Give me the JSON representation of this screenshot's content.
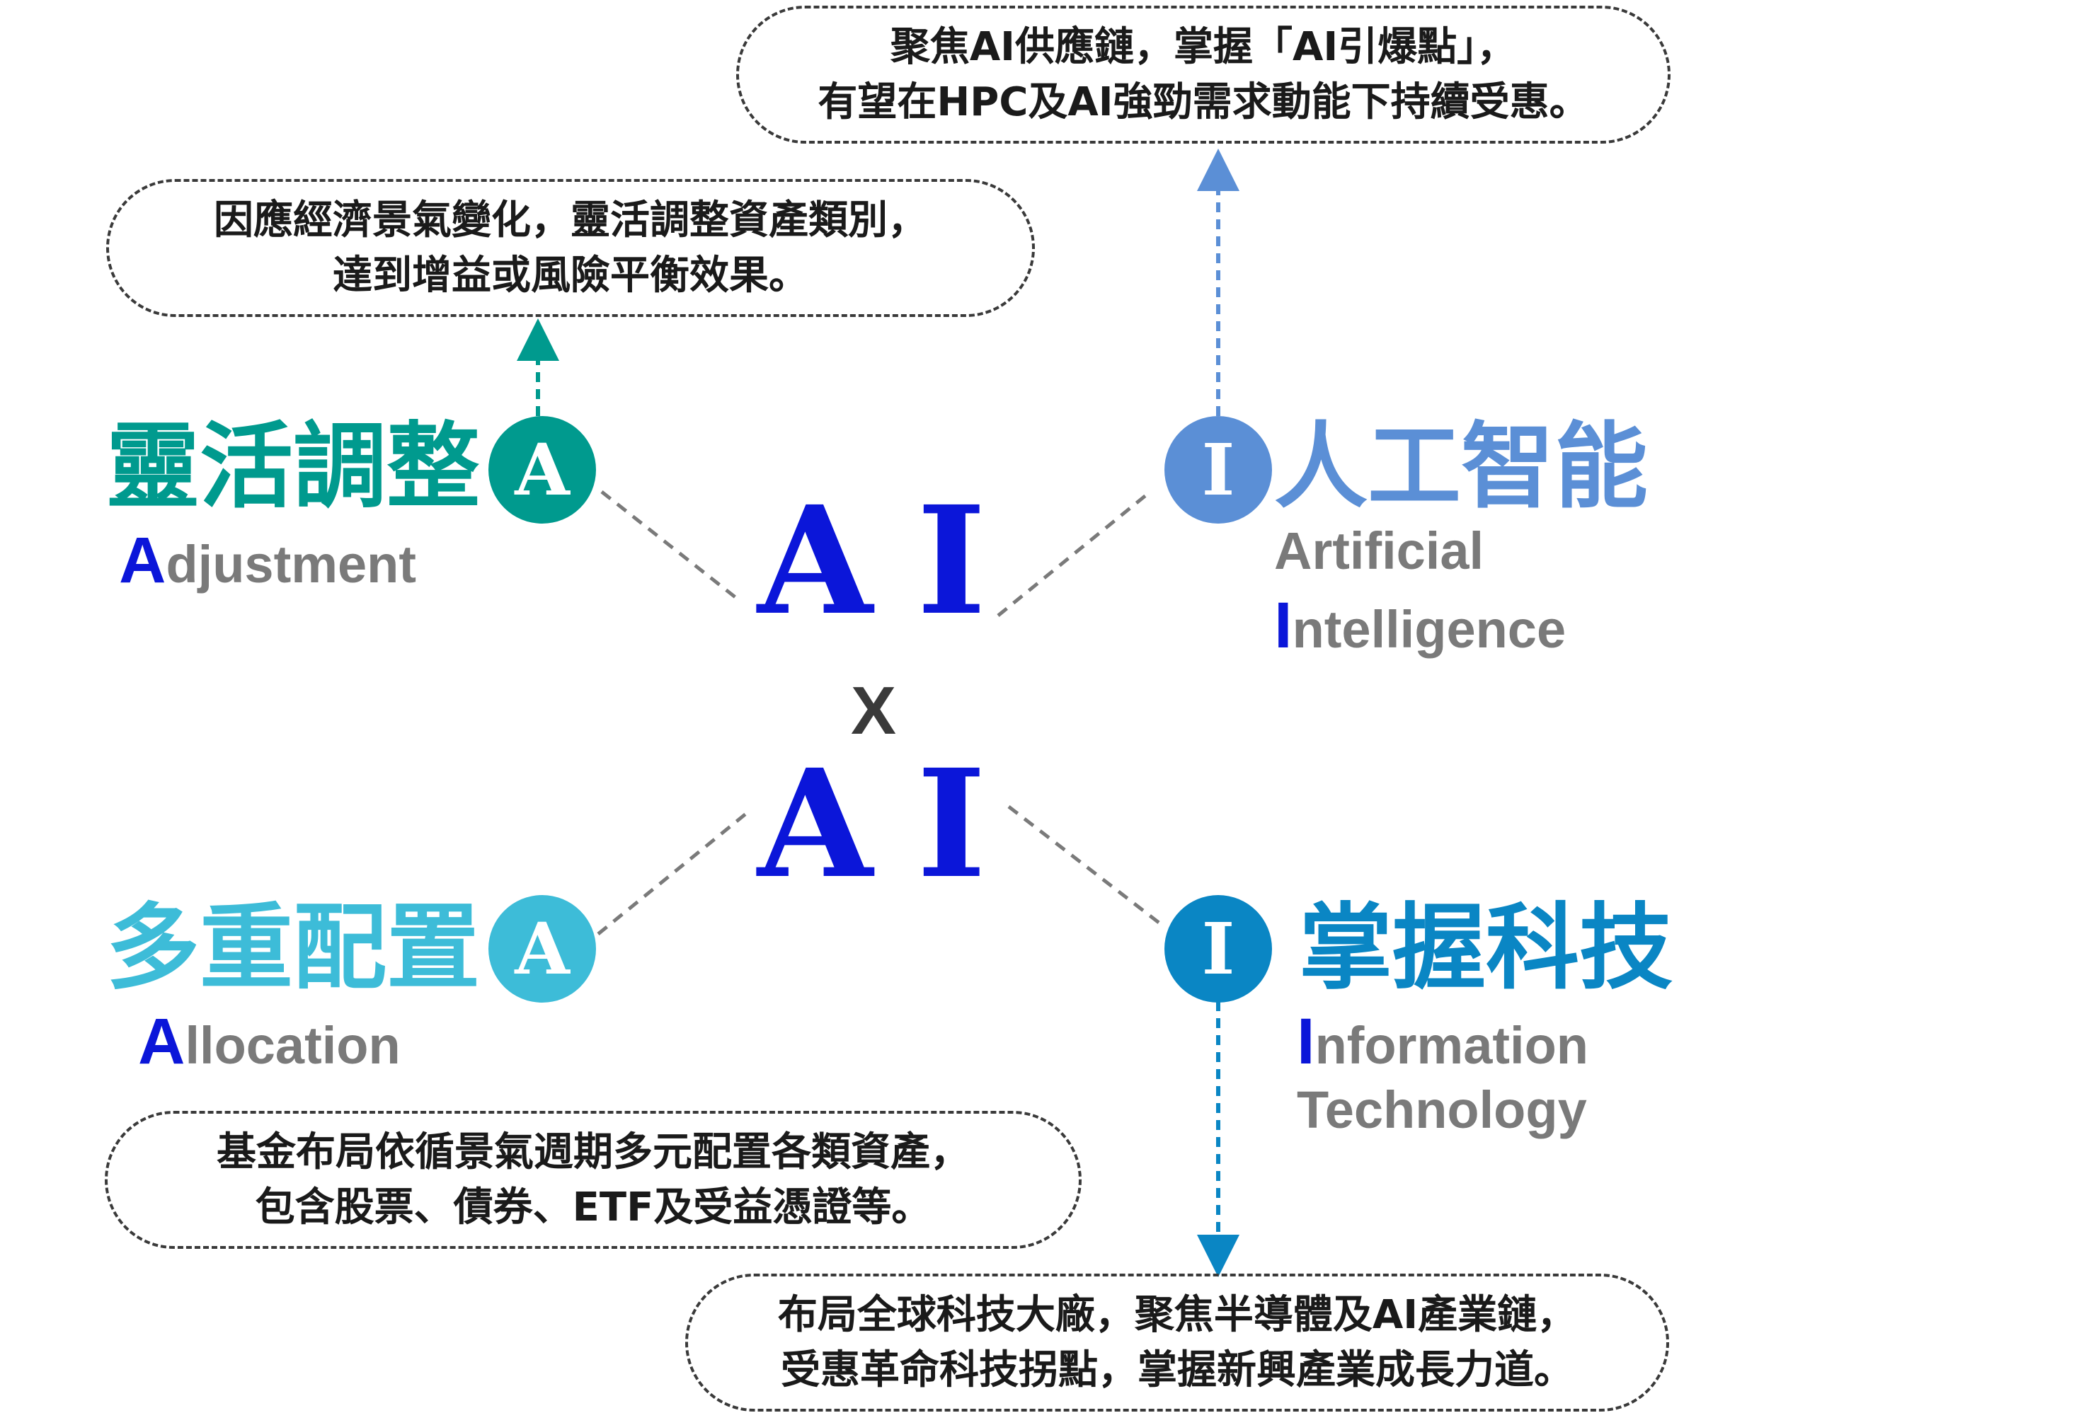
{
  "center": {
    "top_letters": [
      "A",
      "I"
    ],
    "times": "X",
    "bottom_letters": [
      "A",
      "I"
    ]
  },
  "quadrants": {
    "adjustment": {
      "title": "靈活調整",
      "badge": "A",
      "cap": "A",
      "english_rest": "djustment",
      "color": "#009a8e",
      "bubble": [
        "因應經濟景氣變化，靈活調整資產類別，",
        "達到增益或風險平衡效果。"
      ]
    },
    "artificial_intelligence": {
      "title": "人工智能",
      "badge": "I",
      "line1": "Artificial",
      "cap": "I",
      "line2_rest": "ntelligence",
      "color": "#5b8fd6",
      "bubble": [
        "聚焦AI供應鏈，掌握「AI引爆點」，",
        "有望在HPC及AI強勁需求動能下持續受惠。"
      ]
    },
    "allocation": {
      "title": "多重配置",
      "badge": "A",
      "cap": "A",
      "english_rest": "llocation",
      "color": "#3dbcd8",
      "bubble": [
        "基金布局依循景氣週期多元配置各類資產，",
        "包含股票、債券、ETF及受益憑證等。"
      ]
    },
    "information_technology": {
      "title": "掌握科技",
      "badge": "I",
      "cap": "I",
      "line1_rest": "nformation",
      "line2": "Technology",
      "color": "#0a86c4",
      "bubble": [
        "布局全球科技大廠，聚焦半導體及AI產業鏈，",
        "受惠革命科技拐點，掌握新興產業成長力道。"
      ]
    }
  }
}
